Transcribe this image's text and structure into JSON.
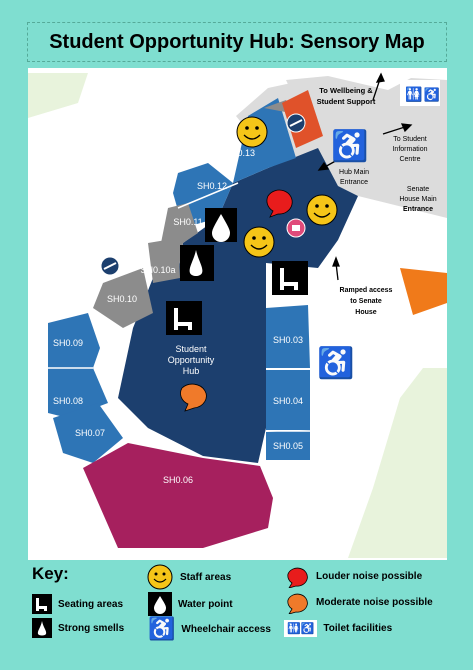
{
  "title": "Student Opportunity Hub: Sensory Map",
  "map": {
    "rooms": {
      "sh013": "SH0.13",
      "sh012": "SH0.12",
      "sh011": "SH0.11",
      "sh010a": "SH0.10a",
      "sh010": "SH0.10",
      "sh009": "SH0.09",
      "sh008": "SH0.08",
      "sh007": "SH0.07",
      "sh006": "SH0.06",
      "sh003": "SH0.03",
      "sh004": "SH0.04",
      "sh005": "SH0.05"
    },
    "hub_label": [
      "Student",
      "Opportunity",
      "Hub"
    ],
    "labels": {
      "wellbeing": [
        "To Wellbeing &",
        "Student Support"
      ],
      "info_centre": [
        "To Student",
        "Information",
        "Centre"
      ],
      "hub_main_entrance": [
        "Hub Main",
        "Entrance"
      ],
      "senate_house": [
        "Senate",
        "House Main",
        "Entrance"
      ],
      "ramped": [
        "Ramped access",
        "to Senate",
        "House"
      ]
    },
    "colors": {
      "hub": "#1c3f6e",
      "room_blue": "#2e75b6",
      "room_grey": "#8c8c8c",
      "room_magenta": "#a6205e",
      "room_orange": "#e0522a",
      "path": "#dcdcdc",
      "green": "#e8f3dc",
      "orange_accent": "#f07a1a"
    }
  },
  "key": {
    "title": "Key:",
    "items": {
      "seating": "Seating areas",
      "smells": "Strong smells",
      "staff": "Staff areas",
      "water": "Water point",
      "wheelchair": "Wheelchair access",
      "louder": "Louder noise possible",
      "moderate": "Moderate noise possible",
      "toilet": "Toilet facilities"
    }
  }
}
